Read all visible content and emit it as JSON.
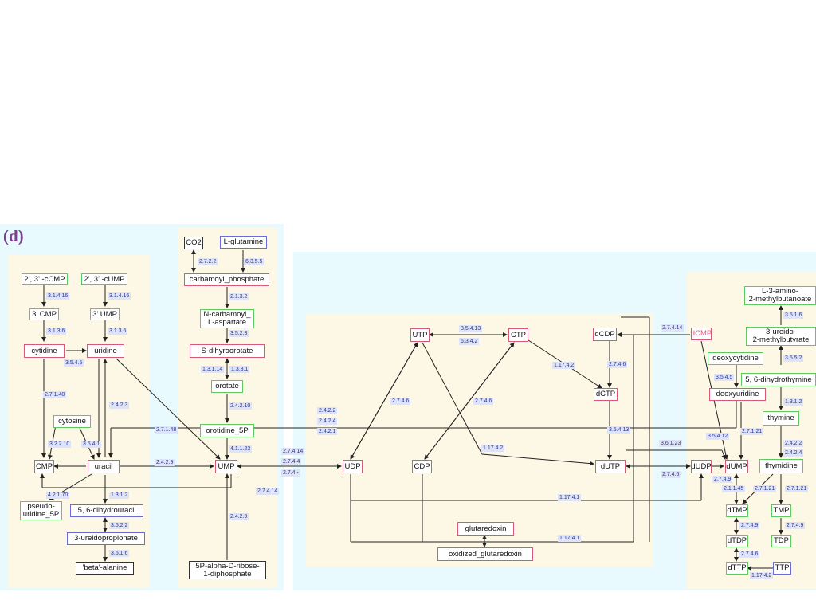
{
  "panel_label": "(d)",
  "nodes": {
    "cCMP": "2', 3' -cCMP",
    "cUMP": "2', 3' -cUMP",
    "cmp3": "3' CMP",
    "ump3": "3' UMP",
    "cytidine": "cytidine",
    "uridine": "uridine",
    "cytosine": "cytosine",
    "CMP": "CMP",
    "uracil": "uracil",
    "pseudouridine": "pseudo-\nuridine_5P",
    "dihydrouracil": "5, 6-dihydrouracil",
    "ureidopropionate": "3-ureidopropionate",
    "betaalanine": "'beta'-alanine",
    "CO2": "CO2",
    "glutamine": "L-glutamine",
    "carbamoyl": "carbamoyl_phosphate",
    "ncarbamoyl": "N-carbamoyl_\nL-aspartate",
    "sdihydro": "S-dihyroorotate",
    "orotate": "orotate",
    "orotidine": "orotidine_5P",
    "UMP": "UMP",
    "ribose": "5P-alpha-D-ribose-\n1-diphosphate",
    "UTP": "UTP",
    "CTP": "CTP",
    "UDP": "UDP",
    "CDP": "CDP",
    "glutaredoxin": "glutaredoxin",
    "oxglutaredoxin": "oxidized_glutaredoxin",
    "dCDP": "dCDP",
    "dCTP": "dCTP",
    "dUTP": "dUTP",
    "dCMP": "dCMP",
    "dUDP": "dUDP",
    "dUMP": "dUMP",
    "deoxycytidine": "deoxycytidine",
    "deoxyuridine": "deoxyuridine",
    "aminomethylbut": "L-3-amino-\n2-methylbutanoate",
    "ureidomethylbut": "3-ureido-\n2-methylbutyrate",
    "dihydrothymine": "5, 6-dihydrothymine",
    "thymine": "thymine",
    "thymidine": "thymidine",
    "dTMP": "dTMP",
    "TMP": "TMP",
    "dTDP": "dTDP",
    "TDP": "TDP",
    "dTTP": "dTTP",
    "TTP": "TTP"
  },
  "ec": {
    "e1": "3.1.4.16",
    "e2": "3.1.4.16",
    "e3": "3.1.3.6",
    "e4": "3.1.3.6",
    "e5": "3.5.4.5",
    "e6": "2.7.1.48",
    "e7": "2.4.2.3",
    "e8": "3.2.2.10",
    "e9": "3.5.4.1",
    "e10": "2.7.1.48",
    "e11": "2.4.2.9",
    "e12": "4.2.1.70",
    "e13": "1.3.1.2",
    "e14": "3.5.2.2",
    "e15": "3.5.1.6",
    "e16": "2.7.2.2",
    "e17": "6.3.5.5",
    "e18": "2.1.3.2",
    "e19": "3.5.2.3",
    "e20": "1.3.1.14",
    "e21": "1.3.3.1",
    "e22": "2.4.2.10",
    "e23": "4.1.1.23",
    "e24": "2.4.2.9",
    "e25": "2.7.4.14",
    "e26": "2.7.4.4",
    "e27": "2.7.4.-",
    "e28": "2.7.4.14",
    "e29": "2.4.2.2",
    "e30": "2.4.2.4",
    "e31": "2.4.2.1",
    "e32": "3.5.4.13",
    "e33": "6.3.4.2",
    "e34": "2.7.4.6",
    "e35": "2.7.4.6",
    "e36": "1.17.4.2",
    "e37": "2.7.4.6",
    "e38": "1.17.4.2",
    "e39": "3.5.4.13",
    "e40": "3.6.1.23",
    "e41": "1.17.4.1",
    "e42": "1.17.4.1",
    "e43": "2.7.4.14",
    "e44": "2.7.4.6",
    "e45": "3.5.4.5",
    "e46": "3.5.4.12",
    "e47": "2.7.1.21",
    "e48": "2.7.4.9",
    "e49": "3.5.1.6",
    "e50": "3.5.5.2",
    "e51": "1.3.1.2",
    "e52": "2.4.2.2",
    "e53": "2.4.2.4",
    "e54": "2.1.1.45",
    "e55": "2.7.1.21",
    "e56": "2.7.1.21",
    "e57": "2.7.4.9",
    "e58": "2.7.4.9",
    "e59": "2.7.4.6",
    "e60": "1.17.4.2"
  },
  "colors": {
    "outer_bg": "#e8fafd",
    "inner_bg": "#fdf8e6",
    "product": "#5ec95e",
    "main": "#d9587a",
    "intermediate": "#6b6bd6",
    "external": "#333333"
  }
}
